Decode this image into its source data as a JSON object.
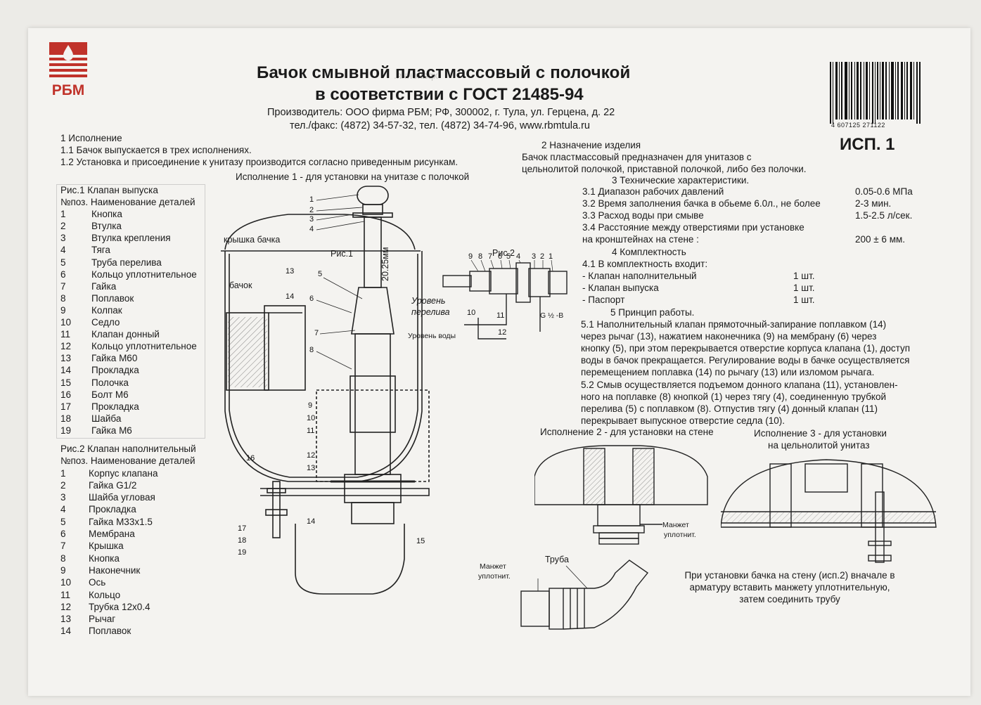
{
  "header": {
    "title_line1": "Бачок смывной пластмассовый с полочкой",
    "title_line2": "в соответствии с ГОСТ 21485-94",
    "manufacturer": "Производитель: ООО фирма РБМ; РФ, 300002, г. Тула, ул. Герцена, д. 22",
    "contacts": "тел./факс: (4872) 34-57-32, тел. (4872) 34-74-96, www.rbmtula.ru",
    "logo_text": "РБМ",
    "barcode_number": "4 607125 271122",
    "version_badge": "ИСП. 1"
  },
  "colors": {
    "logo_red": "#c0322a",
    "ink": "#1a1a1a",
    "paper": "#f4f3f0"
  },
  "section1": {
    "heading": "1 Исполнение",
    "p1": "1.1 Бачок выпускается в трех исполнениях.",
    "p2": "1.2 Установка и присоединение к унитазу производится согласно приведенным рисункам."
  },
  "fig1_caption": "Исполнение 1 - для установки на унитазе с полочкой",
  "parts1": {
    "title": "Рис.1 Клапан выпуска",
    "header": "№поз. Наименование деталей",
    "items": [
      [
        "1",
        "Кнопка"
      ],
      [
        "2",
        "Втулка"
      ],
      [
        "3",
        "Втулка крепления"
      ],
      [
        "4",
        "Тяга"
      ],
      [
        "5",
        "Труба перелива"
      ],
      [
        "6",
        "Кольцо уплотнительное"
      ],
      [
        "7",
        "Гайка"
      ],
      [
        "8",
        "Поплавок"
      ],
      [
        "9",
        "Колпак"
      ],
      [
        "10",
        "Седло"
      ],
      [
        "11",
        "Клапан донный"
      ],
      [
        "12",
        "Кольцо уплотнительное"
      ],
      [
        "13",
        "Гайка М60"
      ],
      [
        "14",
        "Прокладка"
      ],
      [
        "15",
        "Полочка"
      ],
      [
        "16",
        "Болт М6"
      ],
      [
        "17",
        "Прокладка"
      ],
      [
        "18",
        "Шайба"
      ],
      [
        "19",
        "Гайка М6"
      ]
    ]
  },
  "parts2": {
    "title": "Рис.2 Клапан наполнительный",
    "header": "№поз. Наименование деталей",
    "items": [
      [
        "1",
        "Корпус клапана"
      ],
      [
        "2",
        "Гайка G1/2"
      ],
      [
        "3",
        "Шайба угловая"
      ],
      [
        "4",
        "Прокладка"
      ],
      [
        "5",
        "Гайка М33х1.5"
      ],
      [
        "6",
        "Мембрана"
      ],
      [
        "7",
        "Крышка"
      ],
      [
        "8",
        "Кнопка"
      ],
      [
        "9",
        "Наконечник"
      ],
      [
        "10",
        "Ось"
      ],
      [
        "11",
        "Кольцо"
      ],
      [
        "12",
        "Трубка 12х0.4"
      ],
      [
        "13",
        "Рычаг"
      ],
      [
        "14",
        "Поплавок"
      ]
    ]
  },
  "section2": {
    "heading": "2 Назначение изделия",
    "line1": "Бачок пластмассовый предназначен для унитазов с",
    "line2": "цельнолитой полочкой, приставной полочкой, либо без полочки."
  },
  "section3": {
    "heading": "3 Технические характеристики.",
    "rows": [
      {
        "label": "3.1 Диапазон рабочих давлений",
        "value": "0.05-0.6 МПа"
      },
      {
        "label": "3.2 Время заполнения бачка в обьеме 6.0л., не более",
        "value": "2-3 мин."
      },
      {
        "label": "3.3 Расход воды при смыве",
        "value": "1.5-2.5 л/сек."
      },
      {
        "label": "3.4 Расстояние между отверстиями при установке",
        "value": ""
      },
      {
        "label": "на кронштейнах на стене :",
        "value": "200 ± 6 мм."
      }
    ]
  },
  "section4": {
    "heading": "4 Комплектность",
    "intro": "4.1 В комплектность входит:",
    "rows": [
      {
        "label": "- Клапан наполнительный",
        "value": "1 шт."
      },
      {
        "label": "- Клапан выпуска",
        "value": "1 шт."
      },
      {
        "label": "- Паспорт",
        "value": "1 шт."
      }
    ]
  },
  "section5": {
    "heading": "5 Принцип работы.",
    "p1": [
      "5.1 Наполнительный клапан прямоточный-запирание поплавком (14)",
      "через рычаг (13), нажатием наконечника (9) на мембрану (6) через",
      "кнопку (5), при этом перекрывается отверстие корпуса клапана (1), доступ",
      "воды в бачок прекращается. Регулирование воды в бачке осуществляется",
      "перемещением поплавка (14) по рычагу (13) или изломом рычага."
    ],
    "p2": [
      "5.2 Смыв осуществляется подъемом донного клапана (11), установлен-",
      "ного на поплавке (8) кнопкой (1) через тягу (4), соединенную трубкой",
      "перелива (5) с поплавком (8). Отпустив тягу (4) донный клапан (11)",
      "перекрывает выпускное отверстие седла (10)."
    ]
  },
  "fig_labels": {
    "lid": "крышка бачка",
    "tank": "бачок",
    "fig1": "Рис.1",
    "fig2": "Рис.2",
    "overflow1": "Уровень",
    "overflow2": "перелива",
    "water_level": "Уровень воды",
    "dim": "20.25мм",
    "thread": "G ½ -B",
    "gasket1": "Манжет",
    "gasket2": "уплотнит.",
    "pipe": "Труба"
  },
  "version2_caption": "Исполнение 2 - для установки на стене",
  "version3_caption1": "Исполнение 3 - для установки",
  "version3_caption2": "на цельнолитой унитаз",
  "note": [
    "При установки бачка на стену (исп.2) вначале в",
    "арматуру вставить манжету уплотнительную,",
    "затем соединить трубу"
  ]
}
